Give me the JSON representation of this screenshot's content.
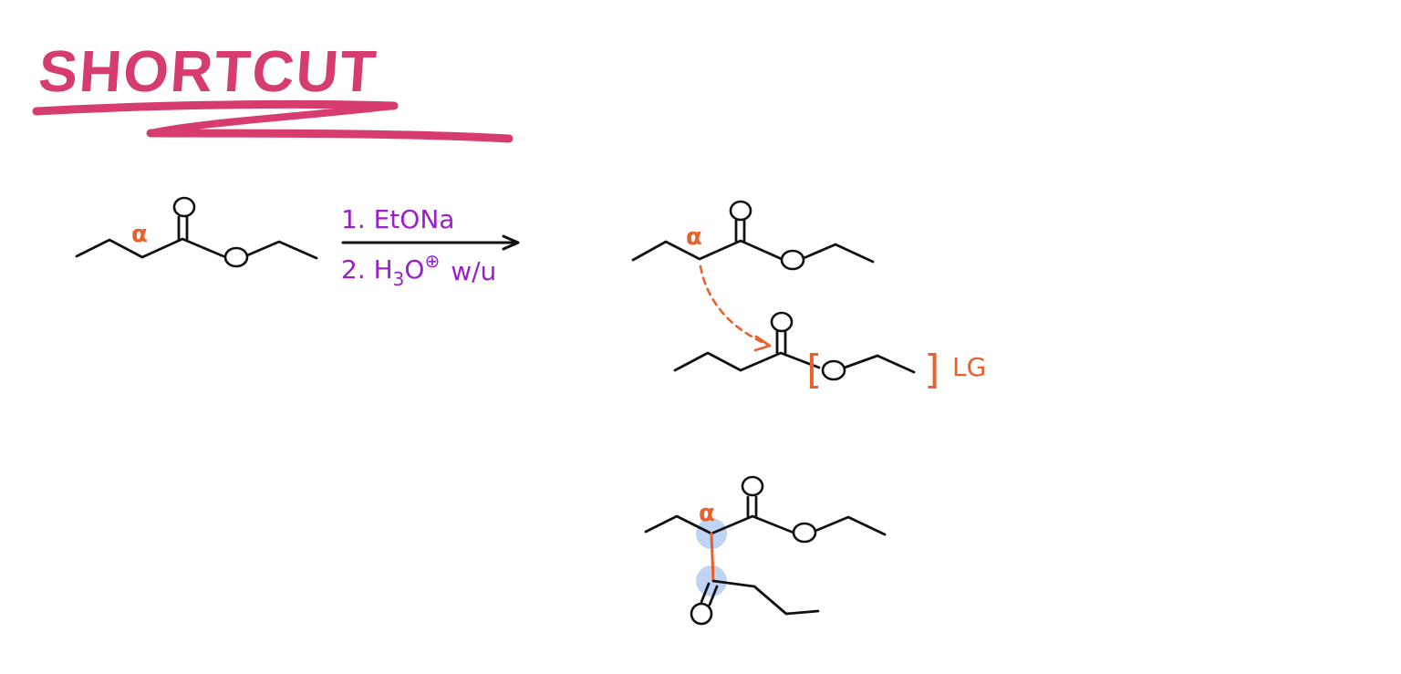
{
  "title": "SHORTCUT",
  "colors": {
    "title": "#d63d6e",
    "reagent": "#9b1fc9",
    "alpha": "#e8612c",
    "bracket": "#e8612c",
    "bond": "#111111",
    "highlight": "#b4ccf2"
  },
  "reaction": {
    "reagent_1": "1. EtONa",
    "reagent_2_prefix": "2. H",
    "reagent_2_sub": "3",
    "reagent_2_o": "O",
    "reagent_2_charge": "⊕",
    "reagent_2_suffix": "w/u"
  },
  "labels": {
    "alpha_symbol": "α",
    "leaving_group": "LG",
    "bracket_open": "[",
    "bracket_close": "]"
  }
}
